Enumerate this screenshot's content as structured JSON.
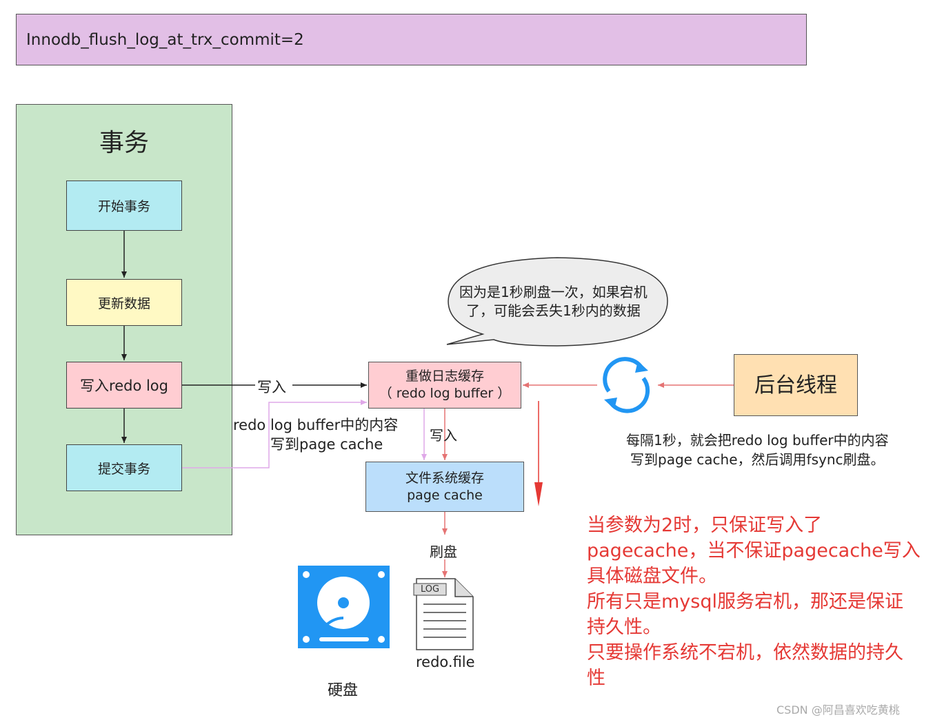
{
  "header": {
    "text": "Innodb_flush_log_at_trx_commit=2"
  },
  "transaction": {
    "title": "事务",
    "steps": [
      {
        "label": "开始事务",
        "color": "#b3ebf2"
      },
      {
        "label": "更新数据",
        "color": "#fff9c4"
      },
      {
        "label": "写入redo log",
        "color": "#ffcdd2"
      },
      {
        "label": "提交事务",
        "color": "#b3ebf2"
      }
    ]
  },
  "redo_buffer": {
    "line1": "重做日志缓存",
    "line2": "（ redo log buffer ）",
    "color": "#ffcdd2"
  },
  "page_cache": {
    "line1": "文件系统缓存",
    "line2": "page cache",
    "color": "#bbdefb"
  },
  "background_thread": {
    "label": "后台线程",
    "color": "#ffe0b2"
  },
  "labels": {
    "write_in": "写入",
    "commit_note_line1": "redo log buffer中的内容",
    "commit_note_line2": "写到page cache",
    "write_down": "写入",
    "flush": "刷盘",
    "disk": "硬盘",
    "redo_file": "redo.file",
    "log_tag": "LOG"
  },
  "bubble": {
    "line1": "因为是1秒刷盘一次，如果宕机",
    "line2": "了，可能会丢失1秒内的数据"
  },
  "thread_note": {
    "line1": "每隔1秒，就会把redo log buffer中的内容",
    "line2": "写到page cache，然后调用fsync刷盘。"
  },
  "red_note": [
    "当参数为2时，只保证写入了",
    "pagecache，当不保证pagecache写入",
    "具体磁盘文件。",
    "所有只是mysql服务宕机，那还是保证",
    "持久性。",
    "只要操作系统不宕机，依然数据的持久",
    "性"
  ],
  "watermark": "CSDN @阿昌喜欢吃黄桃",
  "colors": {
    "arrow_dark": "#222222",
    "arrow_red": "#e57373",
    "arrow_pink": "#dfa8e8",
    "red_text": "#e53935",
    "disk_blue": "#2196f3",
    "sync_blue": "#2196f3"
  },
  "icons": [
    "sync-icon",
    "hard-disk-icon",
    "log-file-icon"
  ]
}
